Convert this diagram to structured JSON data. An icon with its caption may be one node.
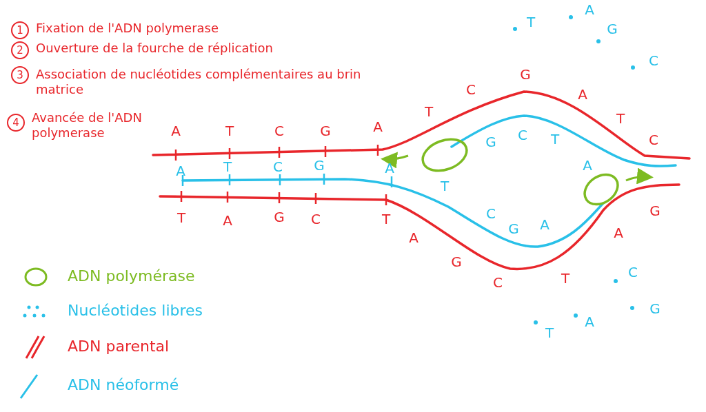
{
  "diagram": {
    "labels": [
      "1",
      "Fixation de l'ADN polymerase",
      "2",
      "Ouverture de la fourche de réplication",
      "3",
      "Association de nucléotides complémentaires au brin matrice",
      "4",
      "Avancée de l'ADN polymerase",
      "T",
      "A",
      "G",
      "C",
      "A",
      "T",
      "C",
      "G",
      "A",
      "T",
      "C",
      "G",
      "A",
      "T",
      "C",
      "A",
      "T",
      "C",
      "G",
      "A",
      "G",
      "C",
      "T",
      "A",
      "T",
      "C",
      "G",
      "A",
      "T",
      "A",
      "G",
      "C",
      "T",
      "A",
      "G",
      "C",
      "T",
      "A",
      "G",
      "C",
      "G",
      "A",
      "T"
    ],
    "legend": [
      {
        "text": "ADN polymérase"
      },
      {
        "text": "Nucléotides libres"
      },
      {
        "text": "ADN parental"
      },
      {
        "text": "ADN néoformé"
      }
    ]
  }
}
